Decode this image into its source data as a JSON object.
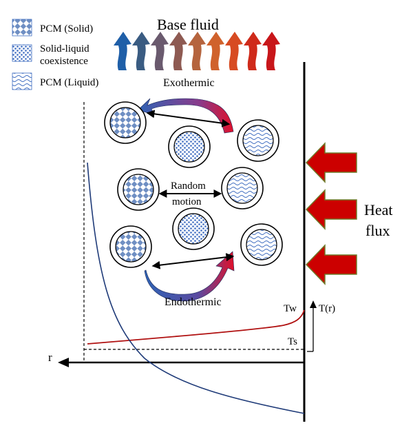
{
  "legend": {
    "items": [
      {
        "label_lines": [
          "PCM (Solid)"
        ],
        "pattern": "solid-checker"
      },
      {
        "label_lines": [
          "Solid-liquid",
          "coexistence"
        ],
        "pattern": "dots"
      },
      {
        "label_lines": [
          "PCM (Liquid)"
        ],
        "pattern": "waves"
      }
    ]
  },
  "base_fluid": {
    "label": "Base fluid",
    "arrow_colors": [
      "#1f5fa8",
      "#3a5c82",
      "#6a5a6e",
      "#8e5a52",
      "#b5643e",
      "#d0622c",
      "#d74b22",
      "#cf2a1a",
      "#c8161a"
    ]
  },
  "process": {
    "exothermic": "Exothermic",
    "endothermic": "Endothermic",
    "random_motion_lines": [
      "Random",
      "motion"
    ]
  },
  "heat": {
    "label_lines": [
      "Heat",
      "flux"
    ],
    "arrow_fill": "#cc0000",
    "arrow_stroke": "#6f7a2a"
  },
  "axes": {
    "r_label": "r",
    "t_label": "T(r)",
    "tw_label": "Tw",
    "ts_label": "Ts"
  },
  "colors": {
    "pattern_blue": "#3d6cc0",
    "checker_blue": "#6f8fc3",
    "temperature_curve": "#b01010",
    "velocity_curve": "#1e3a78",
    "arc_blue": "#2f63b5",
    "arc_red": "#e0102a"
  }
}
